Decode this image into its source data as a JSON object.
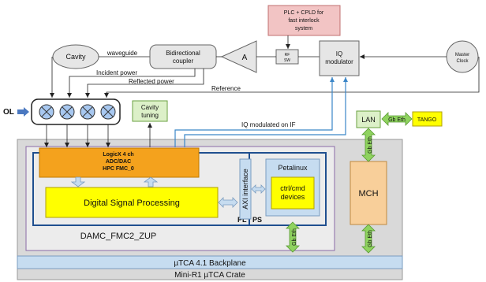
{
  "labels": {
    "plc": "PLC + CPLD for",
    "plc2": "fast interlock",
    "plc3": "system",
    "cavity": "Cavity",
    "waveguide": "waveguide",
    "coupler1": "Bidirectional",
    "coupler2": "coupler",
    "amp": "A",
    "rfsw1": "RF",
    "rfsw2": "SW",
    "iq1": "IQ",
    "iq2": "modulator",
    "clock1": "Master",
    "clock2": "Clock",
    "incident": "Incident power",
    "reflected": "Reflected power",
    "reference": "Reference",
    "ol": "OL",
    "tuning1": "Cavity",
    "tuning2": "tuning",
    "iq_if": "IQ modulated on IF",
    "lan": "LAN",
    "gbeth": "Gb Eth",
    "tango": "TANGO",
    "logicx1": "LogicX 4 ch",
    "logicx2": "ADC/DAC",
    "logicx3": "HPC FMC_0",
    "axi": "AXI interface",
    "petalinux": "Petalinux",
    "ctrl1": "ctrl/cmd",
    "ctrl2": "devices",
    "mch": "MCH",
    "dsp": "Digital Signal Processing",
    "pl": "PL",
    "ps": "PS",
    "damc": "DAMC_FMC2_ZUP",
    "backplane": "µTCA 4.1 Backplane",
    "crate": "Mini-R1 µTCA Crate"
  },
  "colors": {
    "plc_fill": "#f2c4c4",
    "logicx_fill": "#f4a21d",
    "dsp_fill": "#ffff00",
    "mch_fill": "#f8cf9a",
    "lan_fill": "#dcf0c8",
    "tango_fill": "#ffff00",
    "green_arrow": "#8fd35f",
    "blue_line": "#3a86c8",
    "crate_fill": "#d9d9d9",
    "backplane_fill": "#c6dcf0",
    "ol_fill": "#a8c8f0"
  }
}
